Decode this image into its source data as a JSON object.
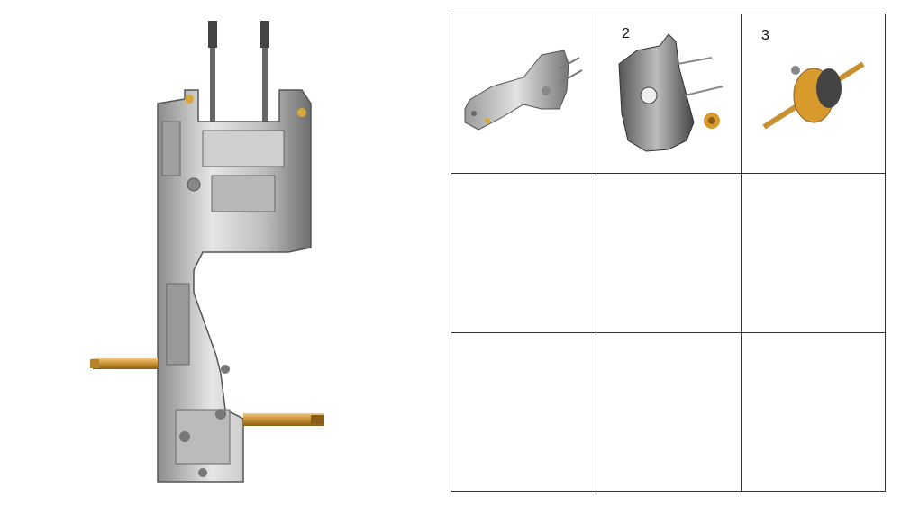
{
  "grid": {
    "cells": [
      {
        "number": "",
        "content": "left-crankcase-half"
      },
      {
        "number": "2",
        "content": "right-crankcase-half"
      },
      {
        "number": "3",
        "content": "crankshaft"
      },
      {
        "number": "",
        "content": ""
      },
      {
        "number": "",
        "content": ""
      },
      {
        "number": "",
        "content": ""
      },
      {
        "number": "",
        "content": ""
      },
      {
        "number": "",
        "content": ""
      },
      {
        "number": "",
        "content": ""
      }
    ]
  },
  "colors": {
    "metal_light": "#d9d9d9",
    "metal_mid": "#a8a8a8",
    "metal_dark": "#5e5e5e",
    "brass": "#c8902f",
    "brass_light": "#e8b86a",
    "grid_line": "#333333"
  }
}
